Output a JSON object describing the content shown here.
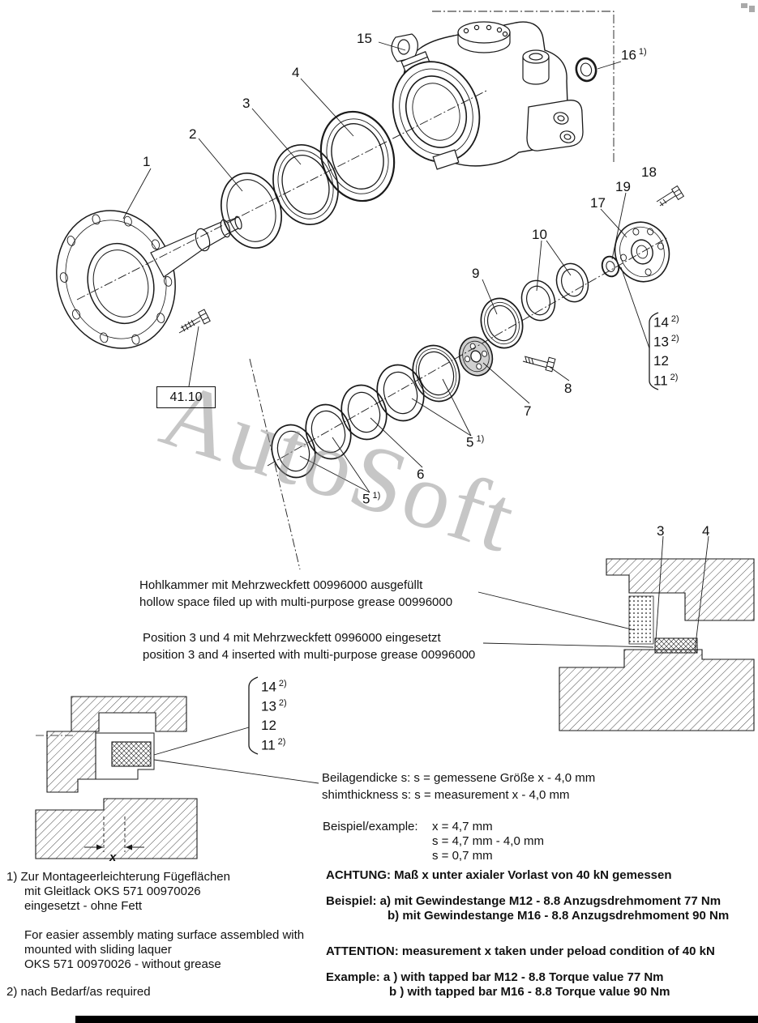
{
  "colors": {
    "line": "#1a1a1a",
    "watermark_gray": "#8f8f8f"
  },
  "watermark": "AutoSoft",
  "ref_box": "41.10",
  "callouts": {
    "p1": "1",
    "p2": "2",
    "p3": "3",
    "p4": "4",
    "p5": "5",
    "p5_sup": "1)",
    "p6": "6",
    "p7": "7",
    "p8": "8",
    "p9": "9",
    "p10": "10",
    "p15": "15",
    "p16": "16",
    "p16_sup": "1)",
    "p17": "17",
    "p18": "18",
    "p19": "19",
    "detail3": "3",
    "detail4": "4",
    "dim_x": "x"
  },
  "shim_items": {
    "i14": "14",
    "i14_sup": "2)",
    "i13": "13",
    "i13_sup": "2)",
    "i12": "12",
    "i12_sup": "",
    "i11": "11",
    "i11_sup": "2)"
  },
  "annotations": {
    "hollow_de": "Hohlkammer mit Mehrzweckfett 00996000 ausgefüllt",
    "hollow_en": "hollow space filed up with multi-purpose grease 00996000",
    "insert_de": "Position 3 und 4 mit Mehrzweckfett 0996000 eingesetzt",
    "insert_en": "position 3 and 4 inserted with multi-purpose grease 00996000",
    "shim_de": "Beilagendicke s: s = gemessene Größe x - 4,0 mm",
    "shim_en": "shimthickness s: s = measurement x - 4,0 mm",
    "example_label": "Beispiel/example:",
    "example_x": "x = 4,7 mm",
    "example_s1": "s = 4,7 mm - 4,0 mm",
    "example_s2": "s = 0,7 mm"
  },
  "footnotes": {
    "f1_l1": "1) Zur Montageerleichterung Fügeflächen",
    "f1_l2": "mit Gleitlack OKS 571 00970026",
    "f1_l3": "eingesetzt - ohne Fett",
    "f1_l4": "For easier assembly mating surface assembled with",
    "f1_l5": "mounted with sliding laquer",
    "f1_l6": "OKS 571 00970026 - without grease",
    "f2": "2) nach Bedarf/as required"
  },
  "warnings": {
    "achtung": "ACHTUNG: Maß x unter axialer Vorlast von 40 kN gemessen",
    "beispiel_a": "Beispiel: a) mit Gewindestange M12 - 8.8 Anzugsdrehmoment 77 Nm",
    "beispiel_b": "b) mit Gewindestange M16 - 8.8 Anzugsdrehmoment 90 Nm",
    "attention": "ATTENTION: measurement x taken under peload condition of 40 kN",
    "example_a": "Example: a ) with tapped bar M12 - 8.8 Torque value 77 Nm",
    "example_b": "b ) with tapped bar M16 -  8.8 Torque value 90 Nm"
  }
}
